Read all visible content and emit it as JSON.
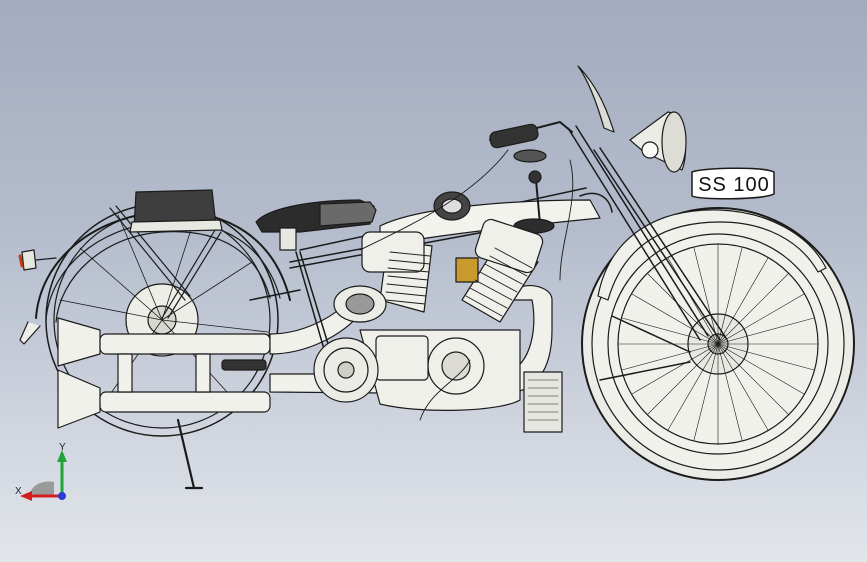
{
  "viewport": {
    "background_top": "#a3acbf",
    "background_bottom": "#e2e5ea"
  },
  "model": {
    "license_plate": "SS 100",
    "line_color": "#1b1b1b",
    "fill_color": "#f1f1ec"
  },
  "triad": {
    "x_label": "X",
    "y_label": "Y",
    "x_color": "#d21e1e",
    "y_color": "#1fa33a",
    "z_color": "#2a3bd6",
    "icons": [
      "axis-triad-icon"
    ]
  }
}
